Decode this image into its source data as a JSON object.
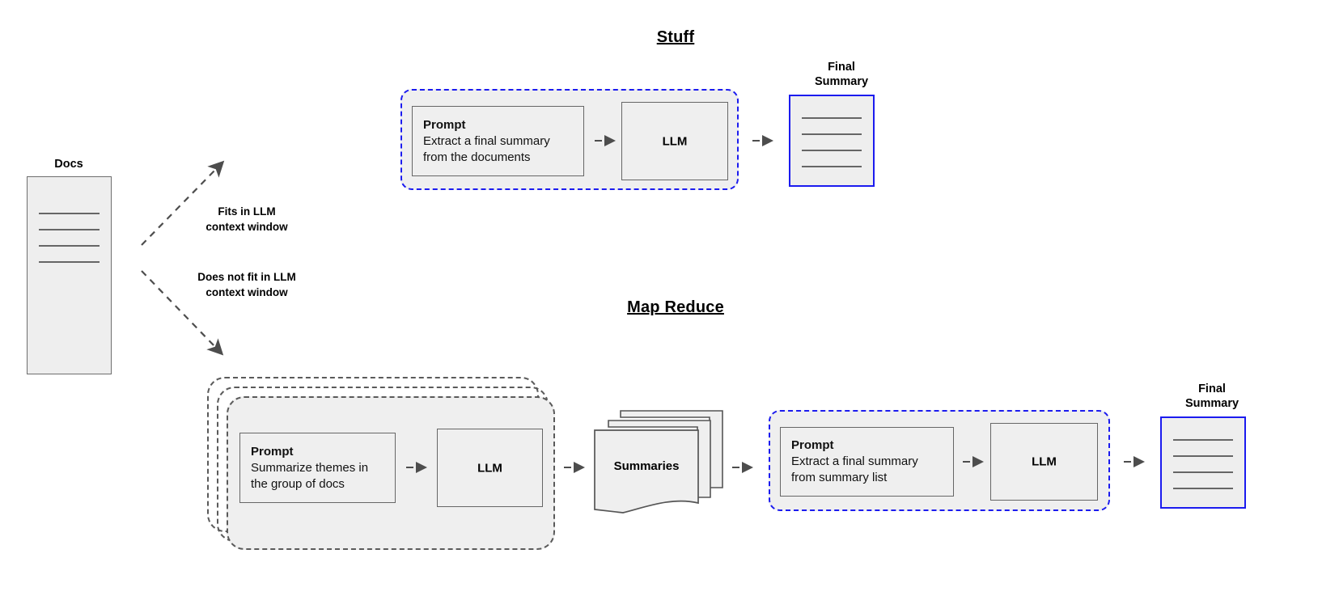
{
  "diagram": {
    "title_stuff": "Stuff",
    "title_map_reduce": "Map Reduce"
  },
  "source": {
    "docs_label": "Docs"
  },
  "branches": [
    {
      "label": "Fits in LLM\ncontext window"
    },
    {
      "label": "Does not fit in LLM\ncontext window"
    }
  ],
  "stuff_chain": {
    "prompt": {
      "heading": "Prompt",
      "line1": "Extract a final summary",
      "line2": "from the documents"
    },
    "llm_label": "LLM",
    "final_summary_caption": "Final\nSummary"
  },
  "map_reduce_chain": {
    "map_prompt": {
      "heading": "Prompt",
      "line1": "Summarize themes in",
      "line2": "the group of docs"
    },
    "map_llm_label": "LLM",
    "summaries_label": "Summaries",
    "reduce_prompt": {
      "heading": "Prompt",
      "line1": "Extract a final summary",
      "line2": "from summary list"
    },
    "reduce_llm_label": "LLM",
    "final_summary_caption": "Final\nSummary"
  },
  "colors": {
    "blue_accent": "#1b1bef",
    "box_fill": "#eeeeee",
    "box_stroke": "#666666",
    "dashed_gray": "#5a5a5a",
    "arrow": "#4d4d4d",
    "text": "#000000"
  }
}
